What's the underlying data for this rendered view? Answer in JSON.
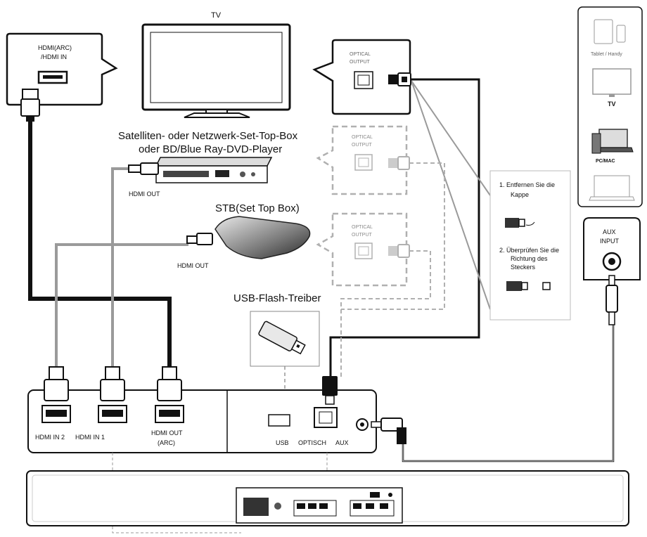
{
  "tv": {
    "label": "TV"
  },
  "tv_hdmi_callout": {
    "line1": "HDMI(ARC)",
    "line2": "/HDMI IN"
  },
  "tv_optical_callout": {
    "line1": "OPTICAL",
    "line2": "OUTPUT"
  },
  "satellite": {
    "line1": "Satelliten-  oder  Netzwerk-Set-Top-Box",
    "line2": "oder BD/Blue Ray-DVD-Player",
    "hdmi_out": "HDMI OUT",
    "optical_line1": "OPTICAL",
    "optical_line2": "OUTPUT"
  },
  "stb": {
    "label": "STB(Set Top Box)",
    "hdmi_out": "HDMI OUT",
    "optical_line1": "OPTICAL",
    "optical_line2": "OUTPUT"
  },
  "usb_drive": {
    "label": "USB-Flash-Treiber"
  },
  "instructions": {
    "step1_line1": "1.  Entfernen  Sie  die",
    "step1_line2": "Kappe",
    "step2_line1": "2.  Überprüfen  Sie die",
    "step2_line2": "Richtung des",
    "step2_line3": "Steckers"
  },
  "aux_devices": {
    "tablet_label": "Tablet / Handy",
    "tv_label": "TV",
    "pc_label": "PC/MAC",
    "aux_line1": "AUX",
    "aux_line2": "INPUT"
  },
  "soundbar_panel": {
    "hdmi_in2": "HDMI IN 2",
    "hdmi_in1": "HDMI IN 1",
    "hdmi_out_line1": "HDMI OUT",
    "hdmi_out_line2": "(ARC)",
    "usb": "USB",
    "optisch": "OPTISCH",
    "aux": "AUX"
  },
  "colors": {
    "line": "#111111",
    "cable_gray": "#9a9a9a",
    "dashed": "#b0b0b0"
  }
}
